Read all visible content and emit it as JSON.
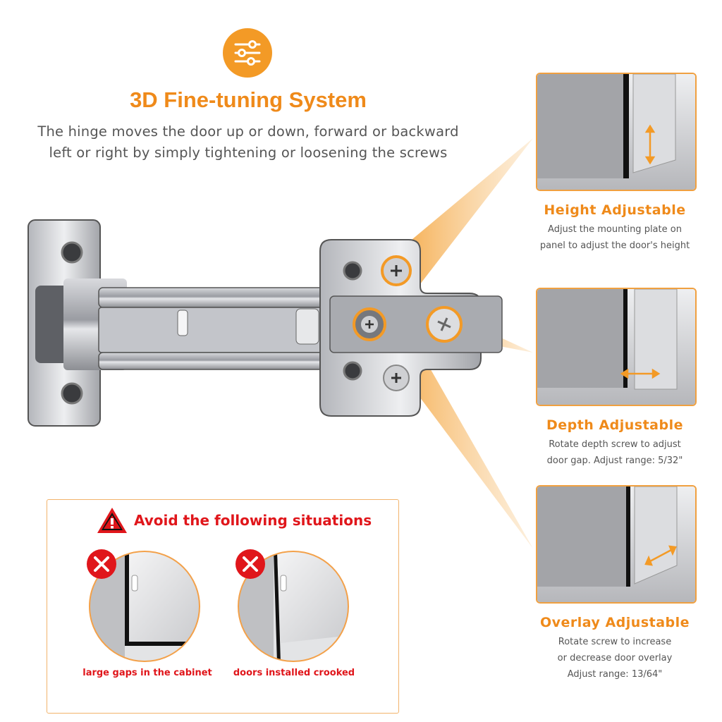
{
  "header": {
    "icon": "sliders-icon",
    "title": "3D Fine-tuning System",
    "description_line1": "The hinge moves the door up or down, forward or backward",
    "description_line2": "left or right by simply tightening or loosening the screws"
  },
  "features": [
    {
      "title": "Height Adjustable",
      "desc_line1": "Adjust the mounting plate on",
      "desc_line2": "panel to adjust the door's height",
      "icon": "vertical-arrow-icon"
    },
    {
      "title": "Depth Adjustable",
      "desc_line1": "Rotate depth screw to adjust",
      "desc_line2": "door gap. Adjust range: 5/32\"",
      "icon": "horizontal-arrow-icon"
    },
    {
      "title": "Overlay Adjustable",
      "desc_line1": "Rotate screw to increase",
      "desc_line2": "or decrease door overlay",
      "desc_line3": "Adjust range: 13/64\"",
      "icon": "diagonal-arrow-icon"
    }
  ],
  "avoid": {
    "title": "Avoid the following situations",
    "icon": "warning-icon",
    "cases": [
      {
        "label": "large gaps in the cabinet",
        "icon": "error-x-icon"
      },
      {
        "label": "doors installed crooked",
        "icon": "error-x-icon"
      }
    ]
  },
  "colors": {
    "accent_orange": "#ef8a1a",
    "warning_red": "#e0161b",
    "text_gray": "#555555"
  }
}
